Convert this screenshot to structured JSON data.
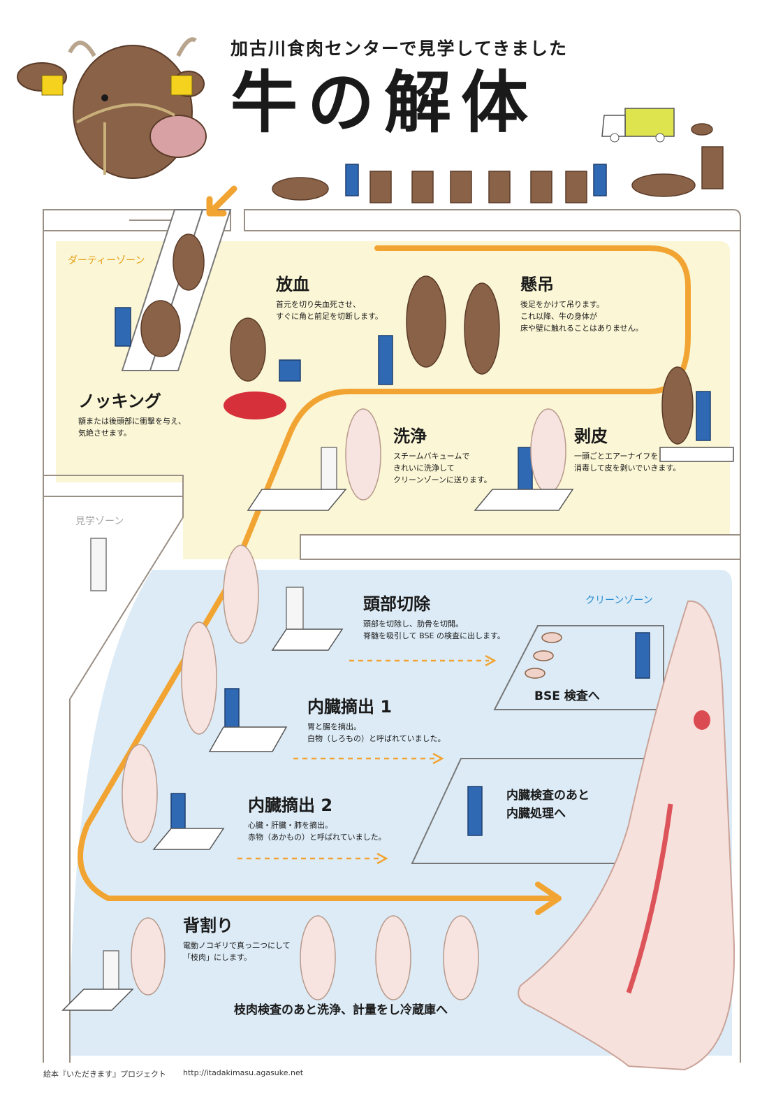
{
  "header": {
    "subtitle": "加古川食肉センターで見学してきました",
    "title": "牛の解体"
  },
  "zones": {
    "dirty": "ダーティーゾーン",
    "visit": "見学ゾーン",
    "clean": "クリーンゾーン"
  },
  "steps": {
    "knocking": {
      "title": "ノッキング",
      "desc": [
        "額または後頭部に衝撃を与え、",
        "気絶させます。"
      ]
    },
    "bleeding": {
      "title": "放血",
      "desc": [
        "首元を切り失血死させ、",
        "すぐに角と前足を切断します。"
      ]
    },
    "hanging": {
      "title": "懸吊",
      "desc": [
        "後足をかけて吊ります。",
        "これ以降、牛の身体が",
        "床や壁に触れることはありません。"
      ]
    },
    "washing": {
      "title": "洗浄",
      "desc": [
        "スチームバキュームで",
        "きれいに洗浄して",
        "クリーンゾーンに送ります。"
      ]
    },
    "skinning": {
      "title": "剥皮",
      "desc": [
        "一頭ごとエアーナイフを",
        "消毒して皮を剥いでいきます。"
      ]
    },
    "head": {
      "title": "頭部切除",
      "desc": [
        "頭部を切除し、肋骨を切開。",
        "脊髄を吸引して BSE の検査に出します。"
      ]
    },
    "organs1": {
      "title": "内臓摘出 1",
      "desc": [
        "胃と腸を摘出。",
        "白物（しろもの）と呼ばれていました。"
      ]
    },
    "organs2": {
      "title": "内臓摘出 2",
      "desc": [
        "心臓・肝臓・肺を摘出。",
        "赤物（あかもの）と呼ばれていました。"
      ]
    },
    "splitting": {
      "title": "背割り",
      "desc": [
        "電動ノコギリで真っ二つにして",
        "「枝肉」にします。"
      ]
    }
  },
  "destinations": {
    "bse": "BSE 検査へ",
    "organ_processing": [
      "内臓検査のあと",
      "内臓処理へ"
    ],
    "carcass": "枝肉検査のあと洗浄、計量をし冷蔵庫へ"
  },
  "footer": {
    "project": "絵本『いただきます』プロジェクト",
    "url": "http://itadakimasu.agasuke.net"
  },
  "colors": {
    "dirty_zone": "#fbf6d5",
    "clean_zone": "#dcebf6",
    "conveyor": "#f2a433",
    "cattle": "#8a6248",
    "worker": "#2f68b3",
    "ear_tag": "#f5d21d",
    "blood": "#d6303a",
    "truck_panel": "#dde44e"
  }
}
